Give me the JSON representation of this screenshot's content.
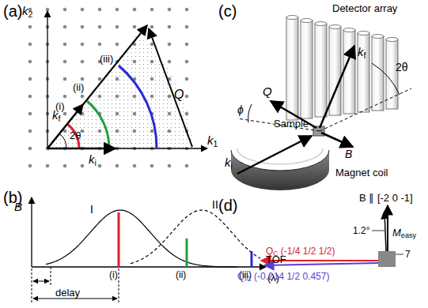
{
  "diagram": {
    "labels": [
      "(a)",
      "k2",
      "k1",
      "kf",
      "ki",
      "2θ",
      "(i)",
      "(ii)",
      "(iii)",
      "Q",
      "(b)",
      "B",
      "I",
      "II",
      "TOF",
      "(λ)",
      "delay",
      "(i)",
      "(ii)",
      "(iii)",
      "(c)",
      "Detector array",
      "kf",
      "2θ",
      "Sample",
      "Q",
      "ϕ",
      "B",
      "ki",
      "Magnet coil",
      "(d)",
      "B ∥ [-2 0 -1]",
      "1.2°",
      "Measy",
      "7",
      "QC (-1/4 1/2 1/2)",
      "QIC (-0.214 1/2 0.457)"
    ]
  }
}
